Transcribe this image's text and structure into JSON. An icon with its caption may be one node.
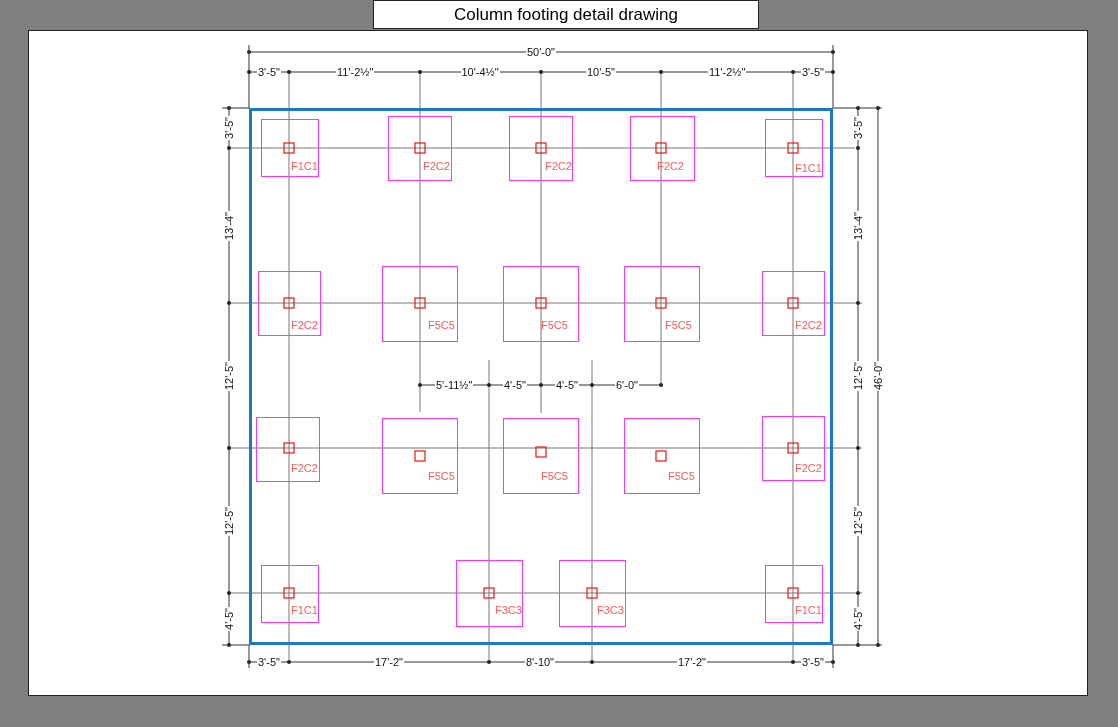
{
  "diagram": {
    "title": "Column footing detail drawing",
    "nodes": [
      {
        "text": [],
        "shape": "box"
      },
      {
        "text": [
          "F1C1"
        ],
        "in": 0
      },
      {
        "text": [
          "F2C2"
        ],
        "in": 0
      },
      {
        "text": [
          "F2C2"
        ],
        "in": 0
      },
      {
        "text": [
          "F2C2"
        ],
        "in": 0
      },
      {
        "text": [
          "F1C1"
        ],
        "in": 0
      },
      {
        "text": [
          "F2C2"
        ],
        "in": 0
      },
      {
        "text": [
          "F5C5"
        ],
        "in": 0
      },
      {
        "text": [
          "F5C5"
        ],
        "in": 0
      },
      {
        "text": [
          "F5C5"
        ],
        "in": 0
      },
      {
        "text": [
          "F2C2"
        ],
        "in": 0
      },
      {
        "text": [
          "F2C2"
        ],
        "in": 0
      },
      {
        "text": [
          "F5C5"
        ],
        "in": 0
      },
      {
        "text": [
          "F5C5"
        ],
        "in": 0
      },
      {
        "text": [
          "F5C5"
        ],
        "in": 0
      },
      {
        "text": [
          "F2C2"
        ],
        "in": 0
      },
      {
        "text": [
          "F1C1"
        ],
        "in": 0
      },
      {
        "text": [
          "F3C3"
        ],
        "in": 0
      },
      {
        "text": [
          "F3C3"
        ],
        "in": 0
      },
      {
        "text": [
          "F1C1"
        ],
        "in": 0
      }
    ],
    "edges": [],
    "labels": [
      "50'-0\"",
      "3'-5\"",
      "11'-2½\"",
      "10'-4½\"",
      "10'-5\"",
      "11'-2½\"",
      "3'-5\"",
      "3'-5\"",
      "13'-4\"",
      "12'-5\"",
      "12'-5\"",
      "4'-5\"",
      "3'-5\"",
      "13'-4\"",
      "12'-5\"",
      "12'-5\"",
      "4'-5\"",
      "46'-0\"",
      "5'-11½\"",
      "4'-5\"",
      "4'-5\"",
      "6'-0\"",
      "3'-5\"",
      "17'-2\"",
      "8'-10\"",
      "17'-2\"",
      "3'-5\""
    ]
  }
}
